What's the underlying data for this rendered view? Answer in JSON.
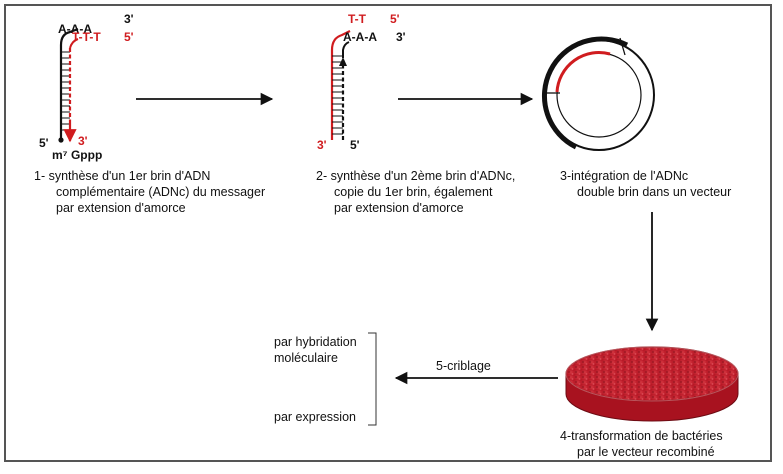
{
  "colors": {
    "accent": "#d01c1f",
    "ink": "#111111",
    "plate": "#c8222c",
    "frame": "#555555"
  },
  "step1": {
    "text": [
      "1- synthèse d'un 1er brin d'ADN",
      "complémentaire (ADNc) du messager",
      "par extension d'amorce"
    ],
    "top_seq": "A-A-A",
    "top_3": "3'",
    "red_seq": "T-T-T",
    "red_5": "5'",
    "end_5": "5'",
    "end_3": "3'",
    "cap": "m⁷ Gppp"
  },
  "step2": {
    "text": [
      "2- synthèse d'un 2ème brin d'ADNc,",
      "copie du 1er brin, également",
      "par extension d'amorce"
    ],
    "red_seq": "T-T",
    "red_5": "5'",
    "black_seq": "A-A-A",
    "black_3": "3'",
    "end_3": "3'",
    "end_5": "5'"
  },
  "step3": {
    "text": [
      "3-intégration de l'ADNc",
      "double brin dans un vecteur"
    ]
  },
  "step4": {
    "text": [
      "4-transformation de bactéries",
      "par le vecteur recombiné"
    ]
  },
  "step5": {
    "label": "5-criblage"
  },
  "screening": {
    "option1": [
      "par hybridation",
      "moléculaire"
    ],
    "option2": "par expression"
  }
}
